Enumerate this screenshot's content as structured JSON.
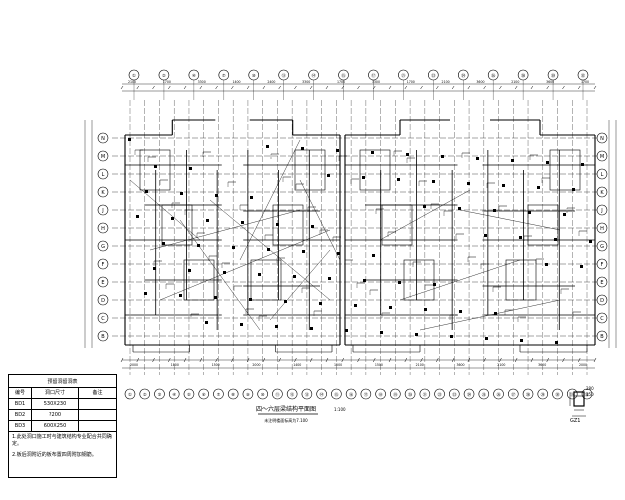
{
  "drawing": {
    "title": "四～六层梁结构平面图",
    "scale": "1:100",
    "subtitle": "未注明楼面标高为7.100",
    "top_axes": [
      "①",
      "②",
      "④",
      "⑦",
      "⑩",
      "⑫",
      "⑭",
      "⑮",
      "⑰",
      "㉑",
      "㉓",
      "㉔",
      "㉖",
      "㉘",
      "㉚",
      "㉜"
    ],
    "bottom_axes": [
      "①",
      "②",
      "③",
      "④",
      "⑤",
      "⑥",
      "⑦",
      "⑧",
      "⑨",
      "⑩",
      "⑪",
      "⑫",
      "⑬",
      "⑭",
      "⑮",
      "⑯",
      "⑰",
      "⑱",
      "⑲",
      "⑳",
      "㉑",
      "㉒",
      "㉓",
      "㉔",
      "㉕",
      "㉖",
      "㉗",
      "㉘",
      "㉙",
      "㉚",
      "㉛",
      "㉜"
    ],
    "left_axes": [
      "N",
      "M",
      "L",
      "K",
      "J",
      "H",
      "G",
      "F",
      "E",
      "D",
      "C",
      "B"
    ],
    "dim_top": [
      "2100",
      "1700",
      "3300",
      "1400",
      "2400",
      "3300",
      "1700",
      "3300",
      "1700",
      "2100",
      "3600",
      "2100",
      "3600",
      "1700"
    ],
    "dim_bottom": [
      "2000",
      "1800",
      "1500",
      "2000",
      "1400",
      "1500",
      "1500",
      "2100",
      "3600",
      "2100",
      "3600",
      "2000"
    ]
  },
  "legend": {
    "title": "预留洞留洞表",
    "headers": [
      "编号",
      "洞口尺寸",
      "备注"
    ],
    "rows": [
      [
        "BD1",
        "530X230",
        ""
      ],
      [
        "BD2",
        "?200",
        ""
      ],
      [
        "BD3",
        "600X250",
        ""
      ]
    ],
    "notes": [
      "1.此处洞口施工时与建筑结构专业配合共同确定。",
      "2.板后洞附近的板布置四周附加钢筋。"
    ]
  },
  "detail": {
    "label": "GZ1",
    "dims": [
      "280",
      "150"
    ]
  }
}
